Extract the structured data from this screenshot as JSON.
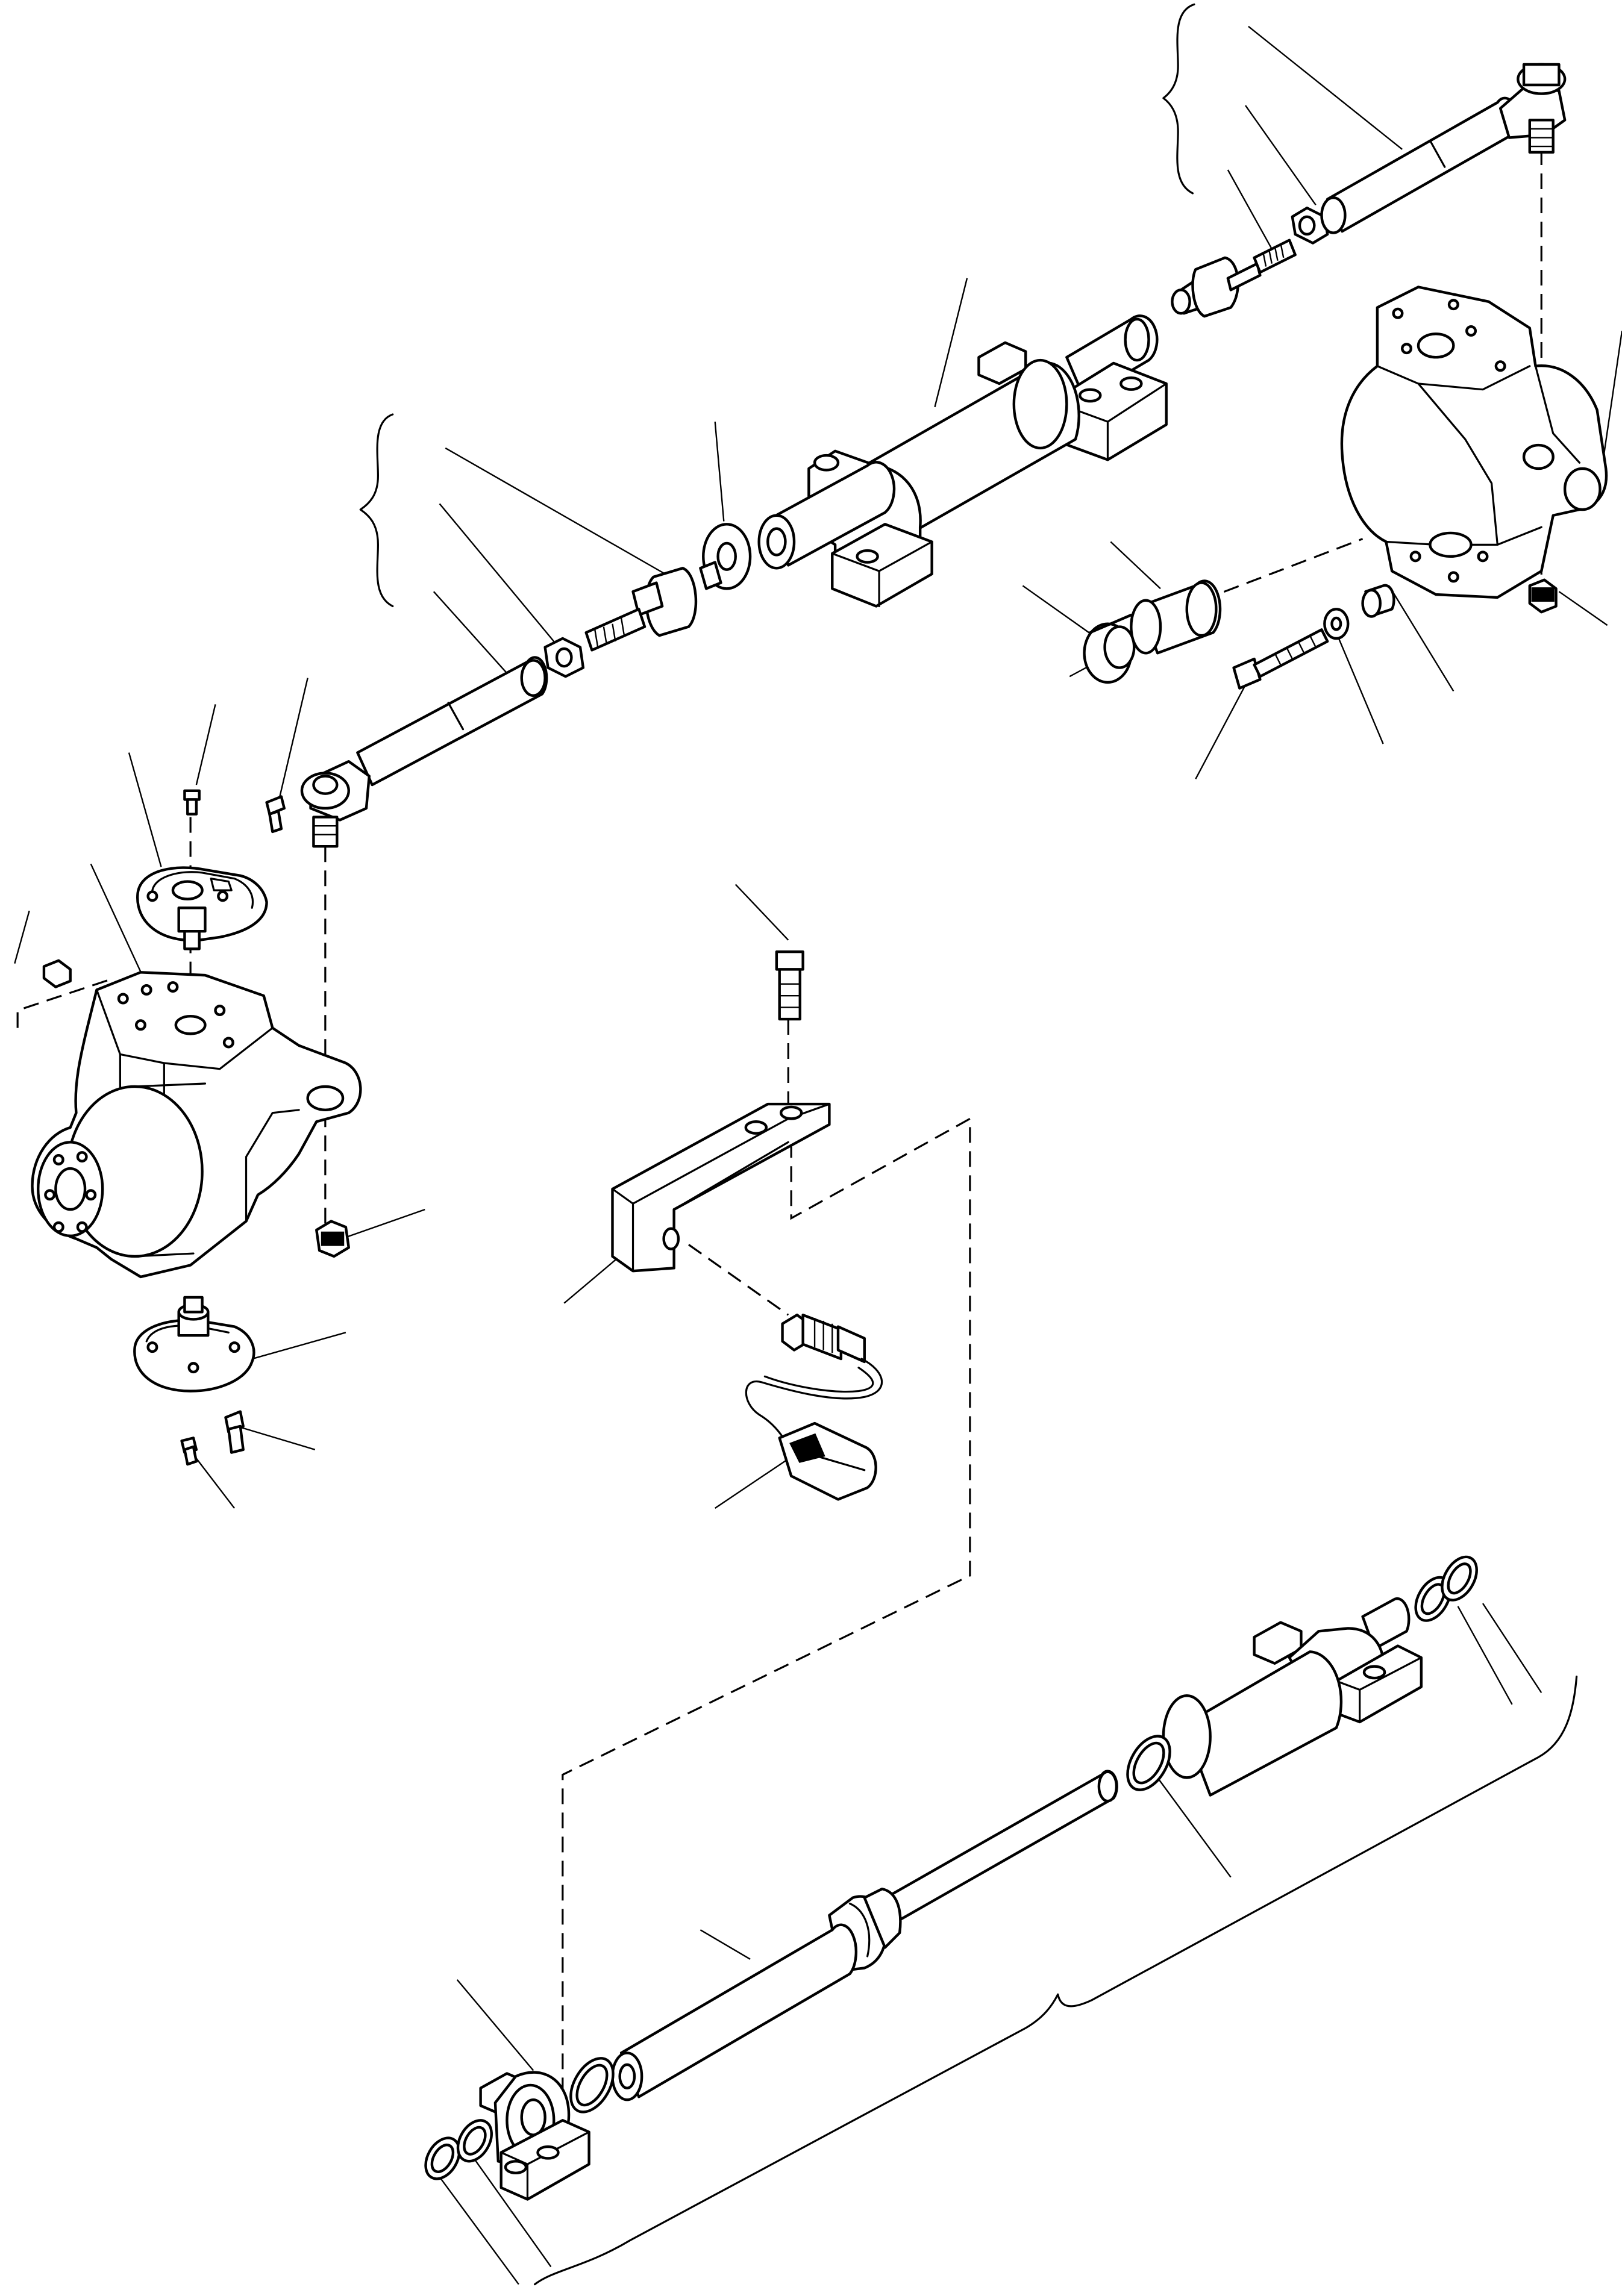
{
  "figure": {
    "background": "#ffffff",
    "stroke_color": "#000000",
    "text_labels": []
  },
  "parts": [
    {
      "name": "steering-cylinder-assembly"
    },
    {
      "name": "tie-rod-left"
    },
    {
      "name": "tie-rod-right"
    },
    {
      "name": "steering-knuckle-left"
    },
    {
      "name": "steering-knuckle-right"
    },
    {
      "name": "angle-sensor-bracket"
    },
    {
      "name": "angle-sensor"
    },
    {
      "name": "cylinder-tube-exploded"
    },
    {
      "name": "piston-rod-exploded"
    },
    {
      "name": "seal-rings"
    }
  ]
}
